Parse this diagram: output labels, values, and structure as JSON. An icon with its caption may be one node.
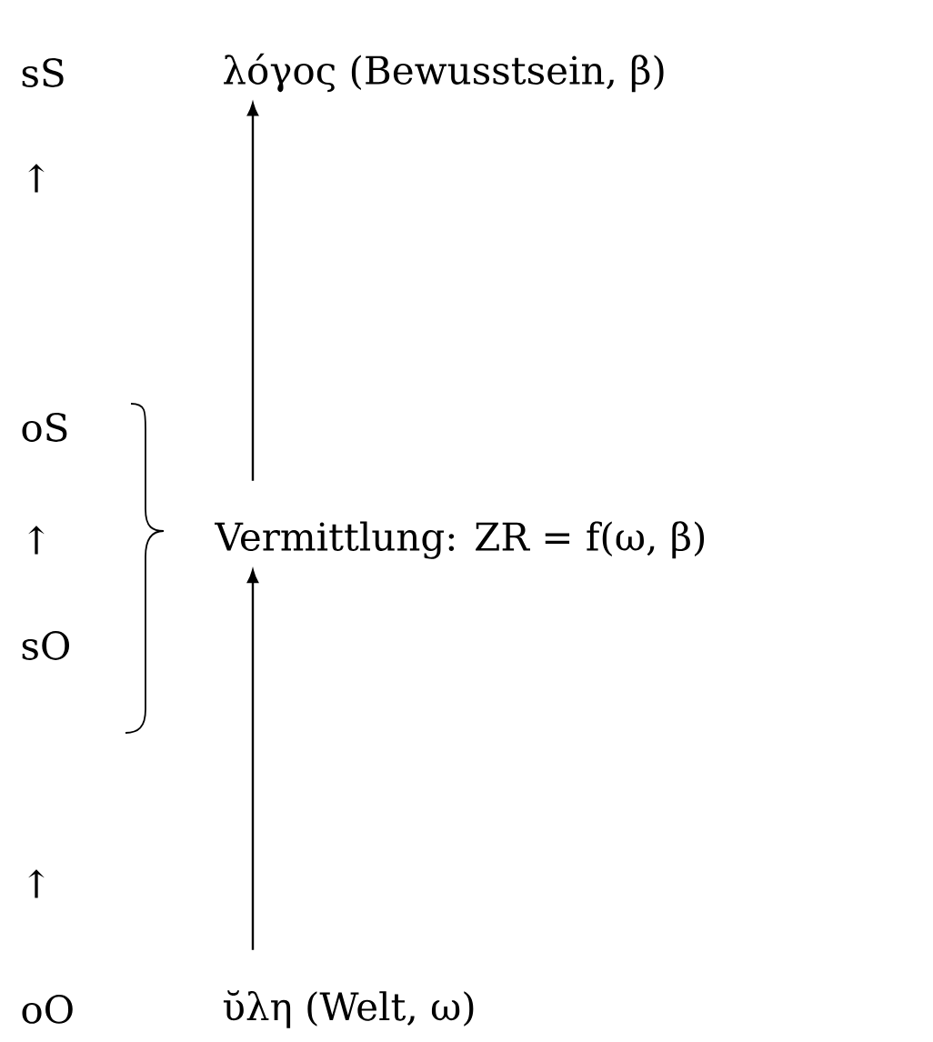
{
  "diagram": {
    "nodes": [
      {
        "text": [
          "λόγος (Bewusstsein, β)"
        ]
      },
      {
        "text": [
          "Vermittlung: ZR = f(ω, β)"
        ]
      },
      {
        "text": [
          "ῠλη (Welt, ω)"
        ]
      }
    ],
    "edges": [
      {
        "from": 1,
        "to": 0,
        "arrow": "to"
      },
      {
        "from": 2,
        "to": 1,
        "arrow": "to"
      }
    ],
    "labels": [
      "sS",
      "↑",
      "oS",
      "↑",
      "sO",
      "↑",
      "oO"
    ]
  }
}
